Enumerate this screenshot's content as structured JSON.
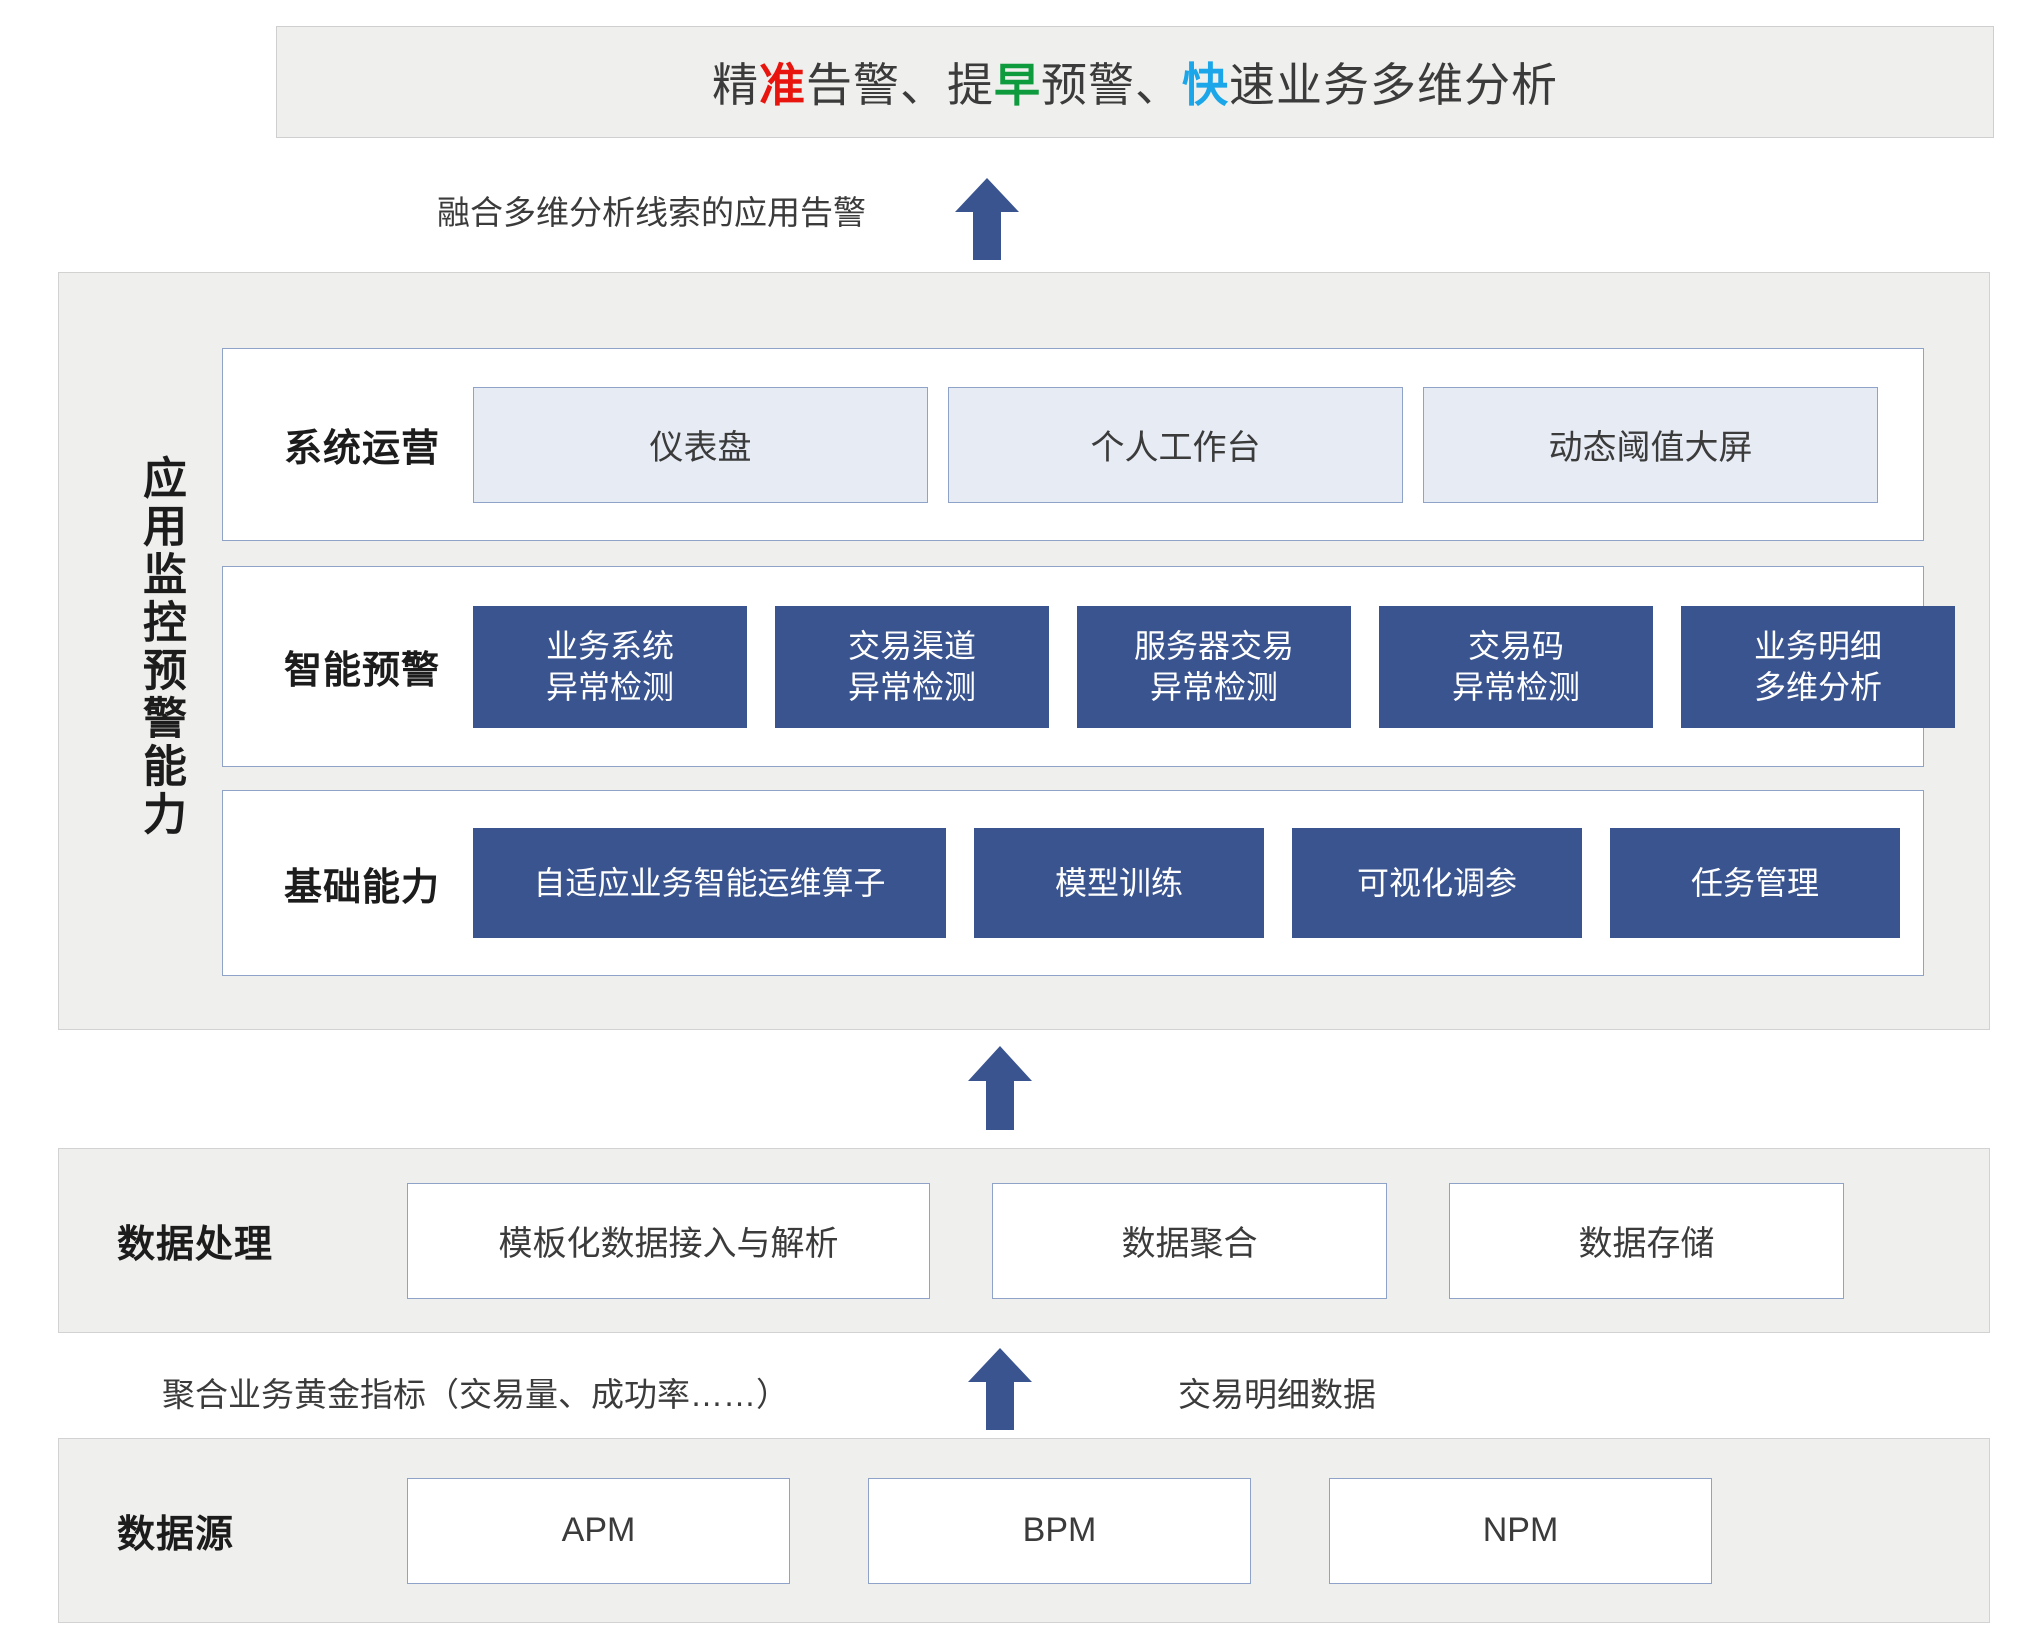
{
  "banner": {
    "segments": [
      {
        "text": "精",
        "color": "#3b3b3b"
      },
      {
        "text": "准",
        "color": "#e8150f"
      },
      {
        "text": "告警、提",
        "color": "#3b3b3b"
      },
      {
        "text": "早",
        "color": "#0d9b3e"
      },
      {
        "text": "预警、",
        "color": "#3b3b3b"
      },
      {
        "text": "快",
        "color": "#1aa6e8"
      },
      {
        "text": "速业务多维分析",
        "color": "#3b3b3b"
      }
    ],
    "full_text": "精准告警、提早预警、快速业务多维分析",
    "part_1": "精",
    "part_2": "准",
    "part_3": "告警、提",
    "part_4": "早",
    "part_5": "预警、",
    "part_6": "快",
    "part_7": "速业务多维分析"
  },
  "flow_labels": {
    "top_arrow_label": "融合多维分析线索的应用告警",
    "bottom_left_label": "聚合业务黄金指标（交易量、成功率……）",
    "bottom_right_label": "交易明细数据"
  },
  "capability_panel": {
    "vertical_title": "应用监控预警能力",
    "rows": [
      {
        "label": "系统运营",
        "style": "light",
        "cells": [
          "仪表盘",
          "个人工作台",
          "动态阈值大屏"
        ]
      },
      {
        "label": "智能预警",
        "style": "dark",
        "cells": [
          "业务系统\n异常检测",
          "交易渠道\n异常检测",
          "服务器交易\n异常检测",
          "交易码\n异常检测",
          "业务明细\n多维分析"
        ],
        "cells_line1": [
          "业务系统",
          "交易渠道",
          "服务器交易",
          "交易码",
          "业务明细"
        ],
        "cells_line2": [
          "异常检测",
          "异常检测",
          "异常检测",
          "异常检测",
          "多维分析"
        ]
      },
      {
        "label": "基础能力",
        "style": "dark",
        "cells": [
          "自适应业务智能运维算子",
          "模型训练",
          "可视化调参",
          "任务管理"
        ]
      }
    ]
  },
  "data_processing": {
    "label": "数据处理",
    "cells": [
      "模板化数据接入与解析",
      "数据聚合",
      "数据存储"
    ]
  },
  "data_source": {
    "label": "数据源",
    "cells": [
      "APM",
      "BPM",
      "NPM"
    ]
  },
  "colors": {
    "panel_bg": "#efefed",
    "panel_border": "#d2d2d2",
    "box_border": "#8fa2c7",
    "cell_light_bg": "#e6ebf4",
    "cell_dark_bg": "#3a5490",
    "arrow": "#3a5490",
    "accent_red": "#e8150f",
    "accent_green": "#0d9b3e",
    "accent_blue": "#1aa6e8",
    "text": "#3b3b3b"
  },
  "icons": {
    "up_arrow": "up-arrow-icon"
  }
}
